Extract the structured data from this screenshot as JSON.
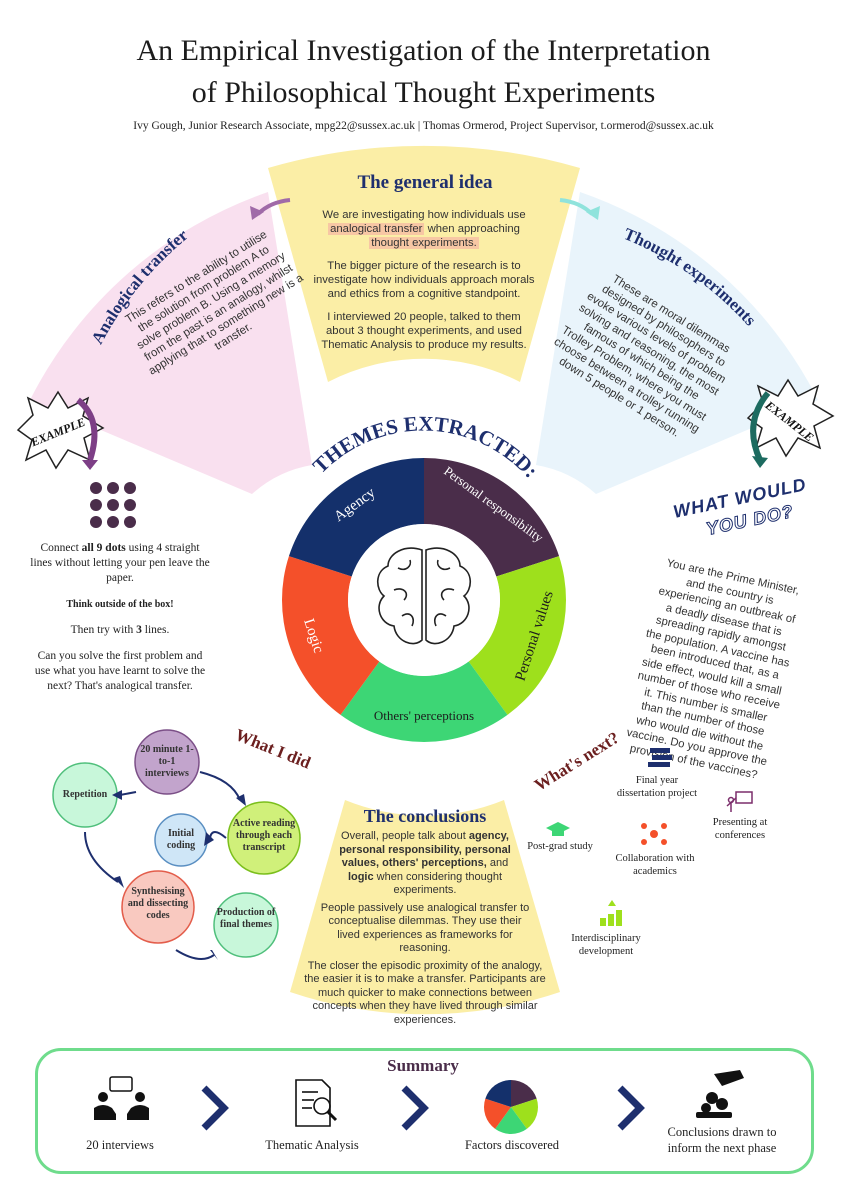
{
  "header": {
    "title_line1": "An Empirical Investigation of the Interpretation",
    "title_line2": "of Philosophical Thought Experiments",
    "authors": "Ivy Gough, Junior Research Associate, mpg22@sussex.ac.uk | Thomas Ormerod, Project Supervisor, t.ormerod@sussex.ac.uk"
  },
  "general_idea": {
    "heading": "The general idea",
    "p1_before": "We are investigating how individuals use",
    "p1_highlight1": "analogical transfer",
    "p1_mid": "when approaching",
    "p1_highlight2": "thought experiments.",
    "p2": "The bigger picture of the research is to investigate how individuals approach morals and ethics from a cognitive standpoint.",
    "p3": "I interviewed 20 people, talked to them about 3 thought experiments, and used Thematic Analysis to produce my results."
  },
  "analogical_transfer": {
    "heading": "Analogical transfer",
    "text": "This refers to the ability to utilise the solution from problem A to solve problem B. Using a memory from the past is an analogy, whilst applying that to something new is a transfer."
  },
  "thought_experiments": {
    "heading": "Thought experiments",
    "text": "These are moral dilemmas designed by philosophers to evoke various levels of problem solving and reasoning, the most famous of which being the Trolley Problem, where you must choose between a trolley running down 5 people or 1 person."
  },
  "example_badge": "EXAMPLE",
  "dots_puzzle": {
    "line1_pre": "Connect ",
    "line1_bold": "all 9 dots",
    "line1_post": " using 4 straight lines without letting your pen leave the paper.",
    "tip": "Think outside of the box!",
    "line3_pre": "Then try with ",
    "line3_bold": "3",
    "line3_post": " lines.",
    "question": "Can you solve the first problem and use what you have learnt to solve the next? That's analogical transfer."
  },
  "what_would_you_do": {
    "heading1": "WHAT WOULD",
    "heading2": "YOU DO?",
    "text": "You are the Prime Minister, and the country is experiencing an outbreak of a deadly disease that is spreading rapidly amongst the population. A vaccine has been introduced that, as a side effect, would kill a small number of those who receive it. This number is smaller than the number of those who would die without the vaccine. Do you approve the provision of the vaccines?"
  },
  "themes": {
    "heading": "THEMES EXTRACTED:",
    "segments": [
      {
        "label": "Personal responsibility",
        "color": "#4a2d4a"
      },
      {
        "label": "Personal values",
        "color": "#9ee01c"
      },
      {
        "label": "Others' perceptions",
        "color": "#3dd675"
      },
      {
        "label": "Logic",
        "color": "#f4502a"
      },
      {
        "label": "Agency",
        "color": "#14306b"
      }
    ]
  },
  "what_i_did": {
    "heading": "What I did",
    "steps": [
      {
        "label": "20 minute 1-to-1 interviews",
        "fill": "#c2a4cc",
        "stroke": "#7b4f87"
      },
      {
        "label": "Active reading through each transcript",
        "fill": "#d0f07a",
        "stroke": "#7bbf1c"
      },
      {
        "label": "Initial coding",
        "fill": "#cfe6f7",
        "stroke": "#5a8fc2"
      },
      {
        "label": "Repetition",
        "fill": "#c8f7da",
        "stroke": "#4fbf7b"
      },
      {
        "label": "Synthesising and dissecting codes",
        "fill": "#f9c9c0",
        "stroke": "#e35d4b"
      },
      {
        "label": "Production of final themes",
        "fill": "#c8f7da",
        "stroke": "#4fbf7b"
      }
    ]
  },
  "conclusions": {
    "heading": "The conclusions",
    "p1_pre": "Overall, people talk about ",
    "p1_bold": "agency, personal responsibility, personal values, others' perceptions,",
    "p1_mid": " and ",
    "p1_bold2": "logic",
    "p1_post": " when considering thought experiments.",
    "p2": "People passively use analogical transfer to conceptualise dilemmas. They use their lived experiences as frameworks for reasoning.",
    "p3": "The closer the episodic proximity of the analogy, the easier it is to make a transfer. Participants are much quicker to make connections between concepts when they have lived through similar experiences."
  },
  "whats_next": {
    "heading": "What's next?",
    "items": [
      {
        "label": "Final year dissertation project",
        "icon": "books-icon"
      },
      {
        "label": "Presenting at conferences",
        "icon": "presenter-icon"
      },
      {
        "label": "Post-grad study",
        "icon": "graduation-cap-icon"
      },
      {
        "label": "Collaboration with academics",
        "icon": "network-icon"
      },
      {
        "label": "Interdisciplinary development",
        "icon": "growth-icon"
      }
    ]
  },
  "summary": {
    "heading": "Summary",
    "items": [
      {
        "label": "20 interviews",
        "icon": "interview-icon"
      },
      {
        "label": "Thematic Analysis",
        "icon": "document-search-icon"
      },
      {
        "label": "Factors discovered",
        "icon": "pie-icon"
      },
      {
        "label": "Conclusions drawn to inform the next phase",
        "icon": "seedling-hand-icon"
      }
    ]
  },
  "colors": {
    "navy": "#1e2f6e",
    "general_bg": "#fbeea6",
    "analogical_bg": "#f9e0ef",
    "thought_bg": "#e9f4fb",
    "summary_border": "#6fdc8c",
    "dark_red": "#6b1f1f"
  }
}
